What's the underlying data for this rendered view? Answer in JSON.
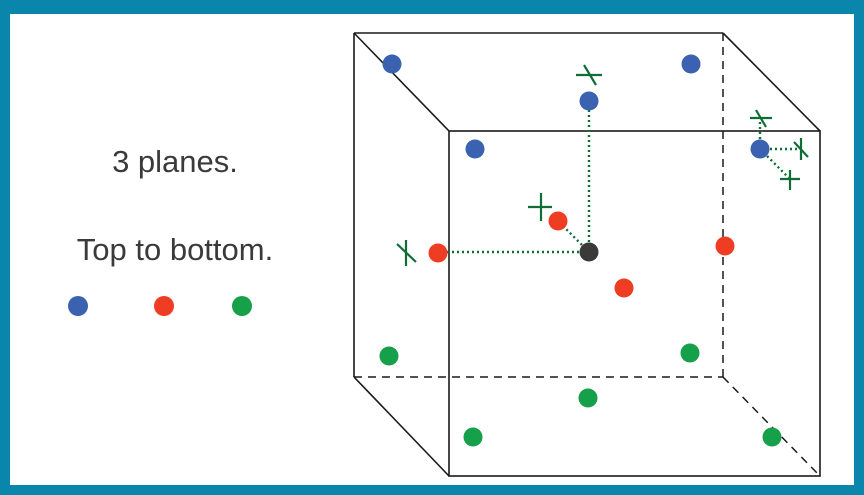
{
  "caption": {
    "line1": "3 planes.",
    "line2": "Top to bottom."
  },
  "legend": [
    {
      "name": "blue-plane-dot",
      "color": "#3b62b0"
    },
    {
      "name": "red-plane-dot",
      "color": "#ee3d23"
    },
    {
      "name": "green-plane-dot",
      "color": "#16a04a"
    }
  ],
  "colors": {
    "frame": "#0a85ab",
    "edge": "#1a1a1a",
    "guide": "#0e6e35",
    "center": "#3a3a3a",
    "blue": "#3b62b0",
    "red": "#ee3d23",
    "green": "#16a04a"
  }
}
